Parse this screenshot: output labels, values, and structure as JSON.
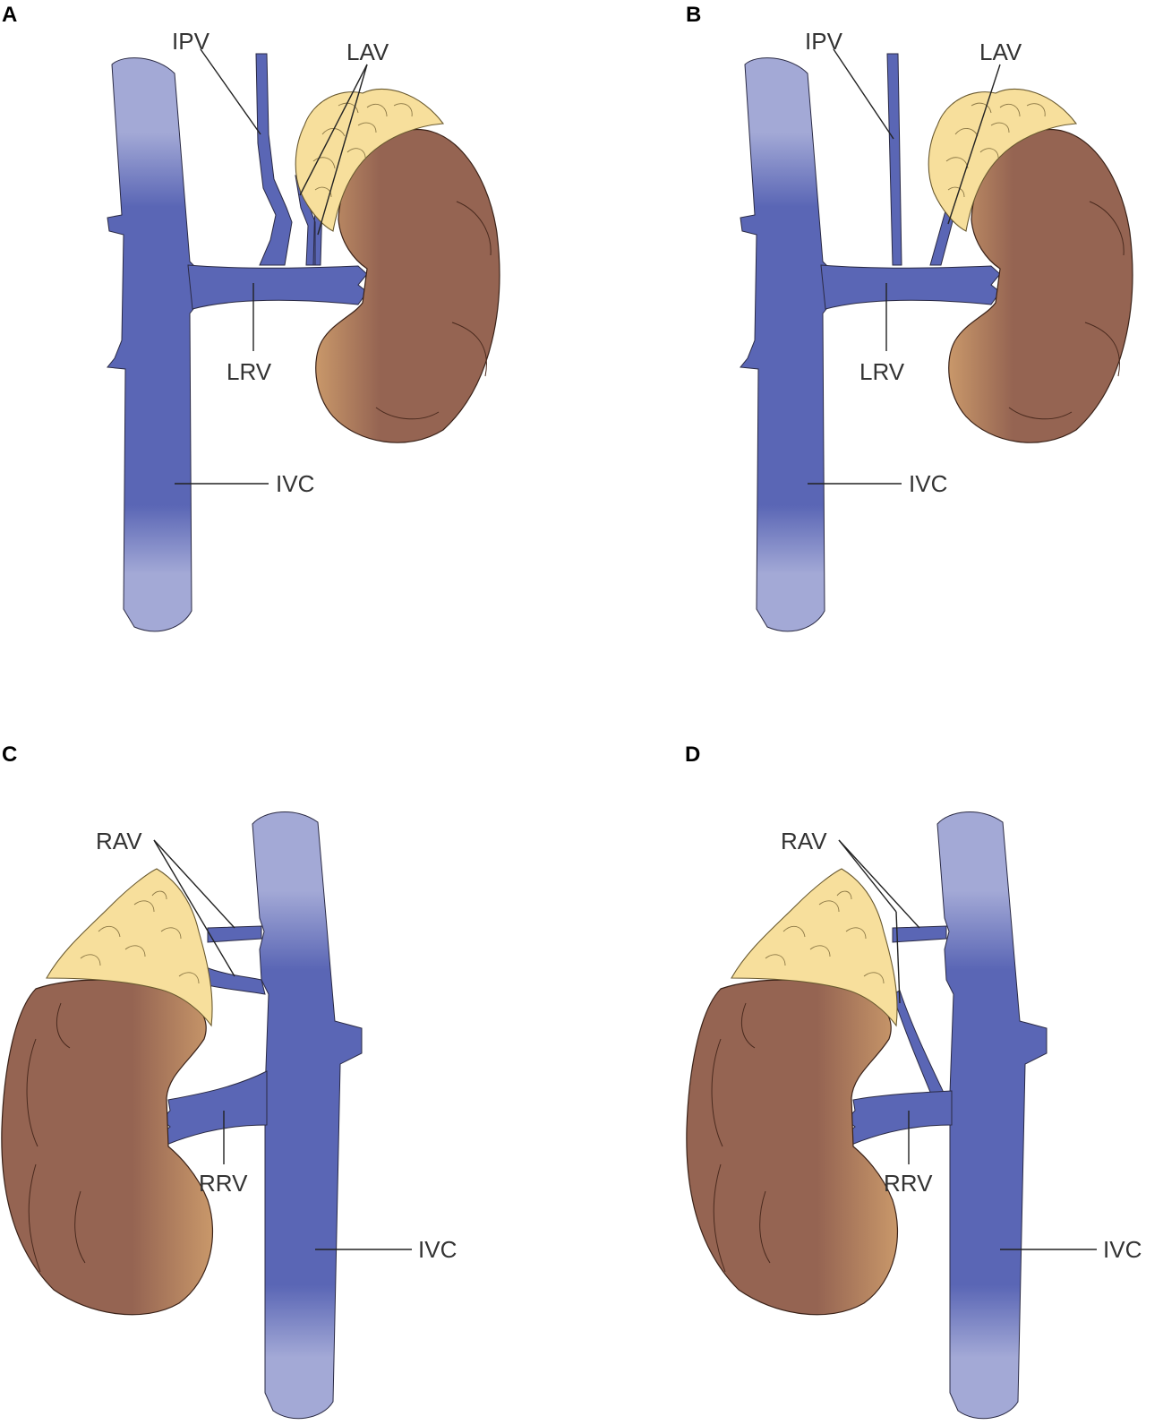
{
  "panels": [
    {
      "letter": "A",
      "labels": {
        "ipv": "IPV",
        "lav": "LAV",
        "lrv": "LRV",
        "ivc": "IVC"
      }
    },
    {
      "letter": "B",
      "labels": {
        "ipv": "IPV",
        "lav": "LAV",
        "lrv": "LRV",
        "ivc": "IVC"
      }
    },
    {
      "letter": "C",
      "labels": {
        "rav": "RAV",
        "rrv": "RRV",
        "ivc": "IVC"
      }
    },
    {
      "letter": "D",
      "labels": {
        "rav": "RAV",
        "rrv": "RRV",
        "ivc": "IVC"
      }
    }
  ],
  "colors": {
    "vein_dark": "#5a66b5",
    "vein_light": "#a3a9d6",
    "kidney_dark": "#956452",
    "kidney_light": "#c9986a",
    "adrenal": "#f7df9c"
  }
}
